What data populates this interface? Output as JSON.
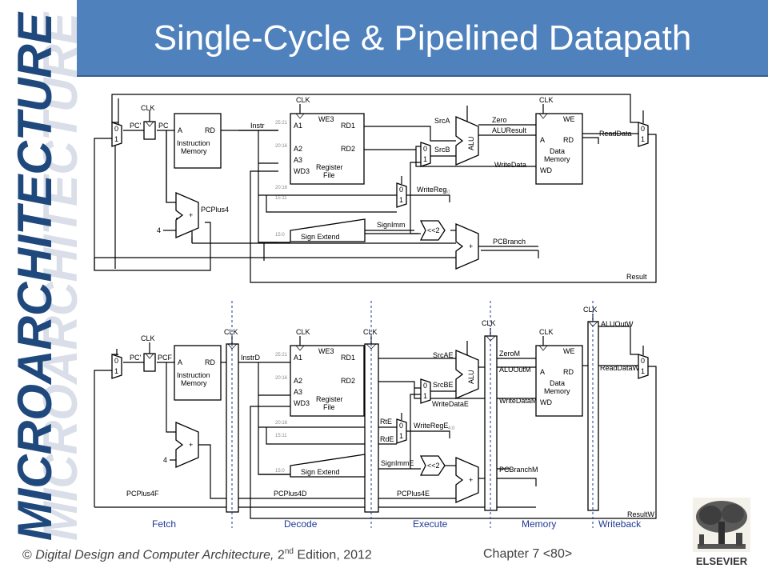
{
  "sidebar": {
    "word": "MICROARCHITECTURE"
  },
  "slide": {
    "title": "Single-Cycle & Pipelined Datapath"
  },
  "footer": {
    "copyright_symbol": "©",
    "book": "Digital Design and Computer Architecture",
    "edition_num": "2",
    "edition_sup": "nd",
    "edition_rest": "Edition, 2012",
    "chapter": "Chapter 7 <80>"
  },
  "publisher": {
    "name": "ELSEVIER"
  },
  "colors": {
    "title_bg": "#4f81bd",
    "sidebar_text": "#1f497d",
    "stage_text": "#1f3a93"
  },
  "single_cycle": {
    "clk": "CLK",
    "pc_prime": "PC'",
    "pc": "PC",
    "imem_a": "A",
    "imem_rd": "RD",
    "imem_name1": "Instruction",
    "imem_name2": "Memory",
    "instr": "Instr",
    "rf_a1": "A1",
    "rf_a2": "A2",
    "rf_a3": "A3",
    "rf_wd3": "WD3",
    "rf_we3": "WE3",
    "rf_rd1": "RD1",
    "rf_rd2": "RD2",
    "rf_name1": "Register",
    "rf_name2": "File",
    "b2521": "25:21",
    "b2016": "20:16",
    "b1511": "15:11",
    "b150": "15:0",
    "srca": "SrcA",
    "srcb": "SrcB",
    "zero": "Zero",
    "aluresult": "ALUResult",
    "writedata": "WriteData",
    "writereg": "WriteReg",
    "writereg_bits": "4:0",
    "signimm": "SignImm",
    "signext": "Sign Extend",
    "shift": "<<2",
    "pcplus4": "PCPlus4",
    "pcbranch": "PCBranch",
    "four": "4",
    "dmem_a": "A",
    "dmem_rd": "RD",
    "dmem_we": "WE",
    "dmem_wd": "WD",
    "dmem_name1": "Data",
    "dmem_name2": "Memory",
    "readdata": "ReadData",
    "result": "Result",
    "alu": "ALU",
    "plus": "+",
    "mux0": "0",
    "mux1": "1"
  },
  "pipelined": {
    "clk": "CLK",
    "pc_prime": "PC'",
    "pcf": "PCF",
    "imem_a": "A",
    "imem_rd": "RD",
    "imem_name1": "Instruction",
    "imem_name2": "Memory",
    "instrd": "InstrD",
    "rf_a1": "A1",
    "rf_a2": "A2",
    "rf_a3": "A3",
    "rf_wd3": "WD3",
    "rf_we3": "WE3",
    "rf_rd1": "RD1",
    "rf_rd2": "RD2",
    "rf_name1": "Register",
    "rf_name2": "File",
    "b2521": "25:21",
    "b2016": "20:16",
    "b1511": "15:11",
    "b150": "15:0",
    "srcae": "SrcAE",
    "srcbe": "SrcBE",
    "zerom": "ZeroM",
    "aluoutm": "ALUOutM",
    "aluoutw": "ALUOutW",
    "writedatae": "WriteDataE",
    "writedatam": "WriteDataM",
    "rte": "RtE",
    "rde": "RdE",
    "writerege": "WriteRegE",
    "writerege_bits": "4:0",
    "signimme": "SignImmE",
    "signext": "Sign Extend",
    "shift": "<<2",
    "pcplus4f": "PCPlus4F",
    "pcplus4d": "PCPlus4D",
    "pcplus4e": "PCPlus4E",
    "pcbranchm": "PCBranchM",
    "four": "4",
    "dmem_a": "A",
    "dmem_rd": "RD",
    "dmem_we": "WE",
    "dmem_wd": "WD",
    "dmem_name1": "Data",
    "dmem_name2": "Memory",
    "readdataw": "ReadDataW",
    "resultw": "ResultW",
    "alu": "ALU",
    "plus": "+",
    "mux0": "0",
    "mux1": "1"
  },
  "stages": [
    "Fetch",
    "Decode",
    "Execute",
    "Memory",
    "Writeback"
  ]
}
